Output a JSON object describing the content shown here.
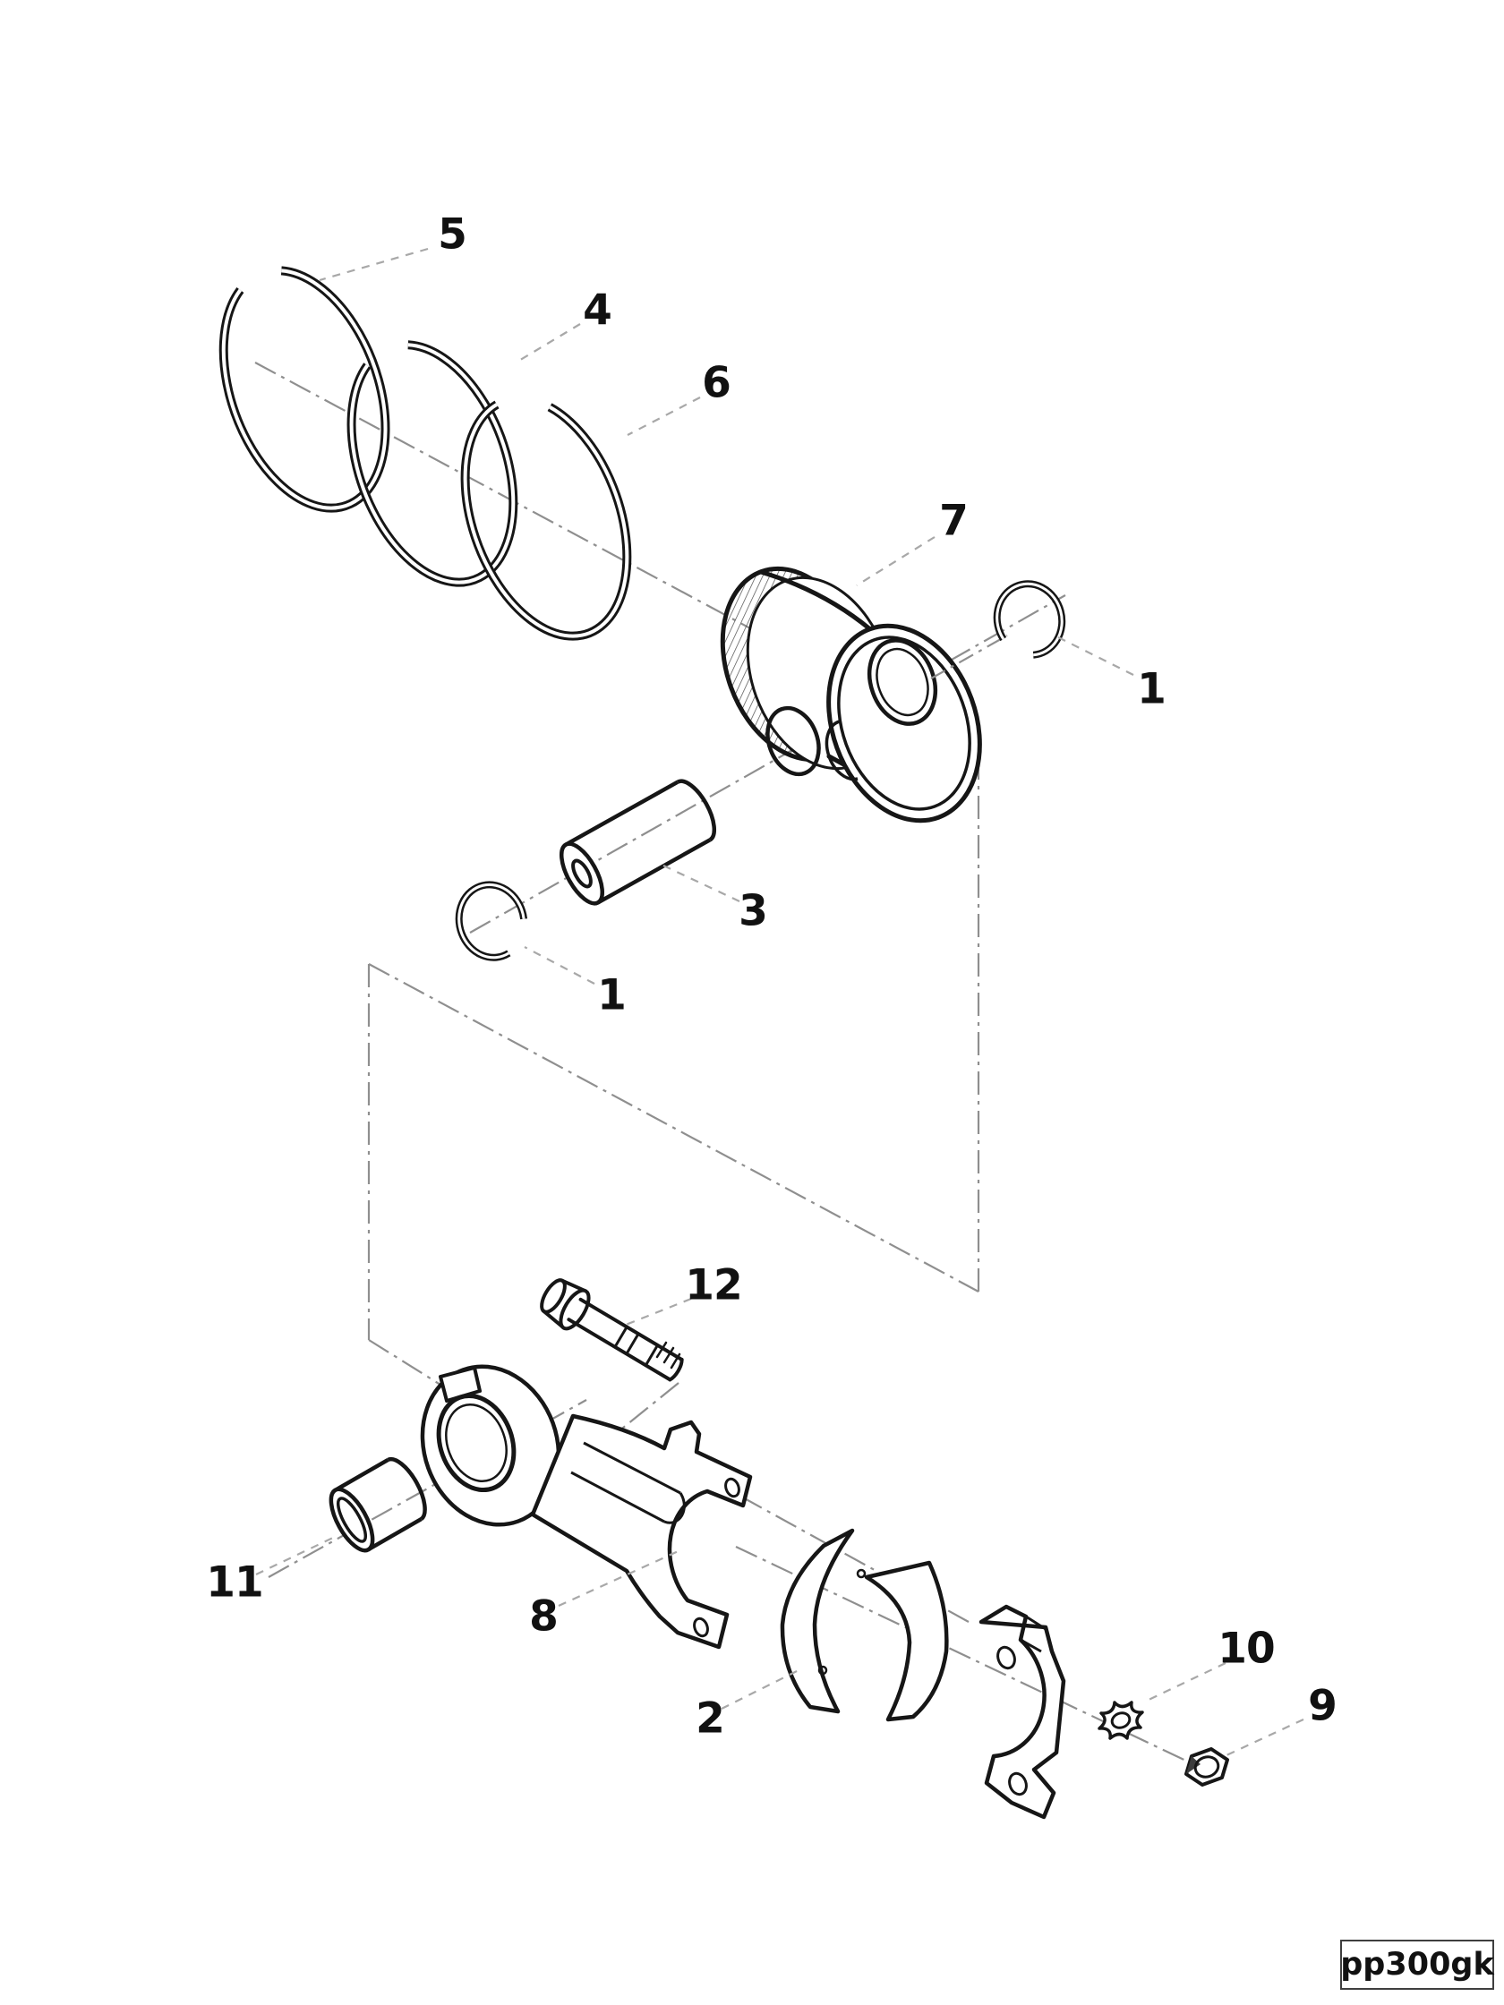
{
  "figure": {
    "code": "pp300gk",
    "background": "#ffffff",
    "line_color": "#161616",
    "leader_color": "#a8a8a8",
    "centerline_color": "#8f8f8f",
    "label_color": "#111111"
  },
  "callouts": [
    {
      "name": "callout-5",
      "text": "5"
    },
    {
      "name": "callout-4",
      "text": "4"
    },
    {
      "name": "callout-6",
      "text": "6"
    },
    {
      "name": "callout-7",
      "text": "7"
    },
    {
      "name": "callout-1-piston",
      "text": "1"
    },
    {
      "name": "callout-3",
      "text": "3"
    },
    {
      "name": "callout-1-pin",
      "text": "1"
    },
    {
      "name": "callout-12",
      "text": "12"
    },
    {
      "name": "callout-11",
      "text": "11"
    },
    {
      "name": "callout-8",
      "text": "8"
    },
    {
      "name": "callout-2",
      "text": "2"
    },
    {
      "name": "callout-10",
      "text": "10"
    },
    {
      "name": "callout-9",
      "text": "9"
    }
  ]
}
